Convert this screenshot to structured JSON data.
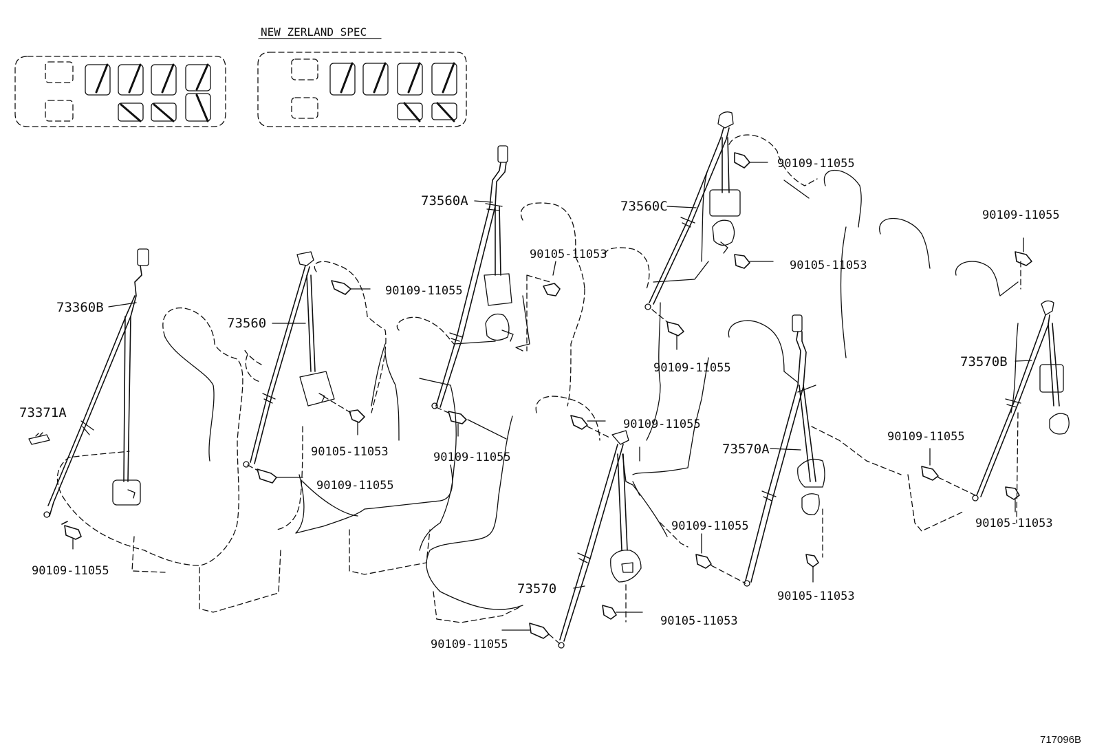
{
  "layout_insets": {
    "standard_label": "",
    "nz_spec_label": "NEW ZERLAND SPEC"
  },
  "callouts": {
    "p_73360B": "73360B",
    "p_73371A": "73371A",
    "p_73560": "73560",
    "p_73560A": "73560A",
    "p_73560C": "73560C",
    "p_73570": "73570",
    "p_73570A": "73570A",
    "p_73570B": "73570B",
    "bolt_a1": "90109-11055",
    "bolt_a2": "90109-11055",
    "bolt_a3": "90109-11055",
    "bolt_a4": "90109-11055",
    "bolt_a5": "90109-11055",
    "bolt_a6": "90109-11055",
    "bolt_a7": "90109-11055",
    "bolt_a8": "90109-11055",
    "bolt_a9": "90109-11055",
    "bolt_a10": "90109-11055",
    "bolt_a11": "90109-11055",
    "bolt_b1": "90105-11053",
    "bolt_b2": "90105-11053",
    "bolt_b3": "90105-11053",
    "bolt_b4": "90105-11053",
    "bolt_b5": "90105-11053",
    "bolt_b6": "90105-11053"
  },
  "illustration_id": "717096B"
}
